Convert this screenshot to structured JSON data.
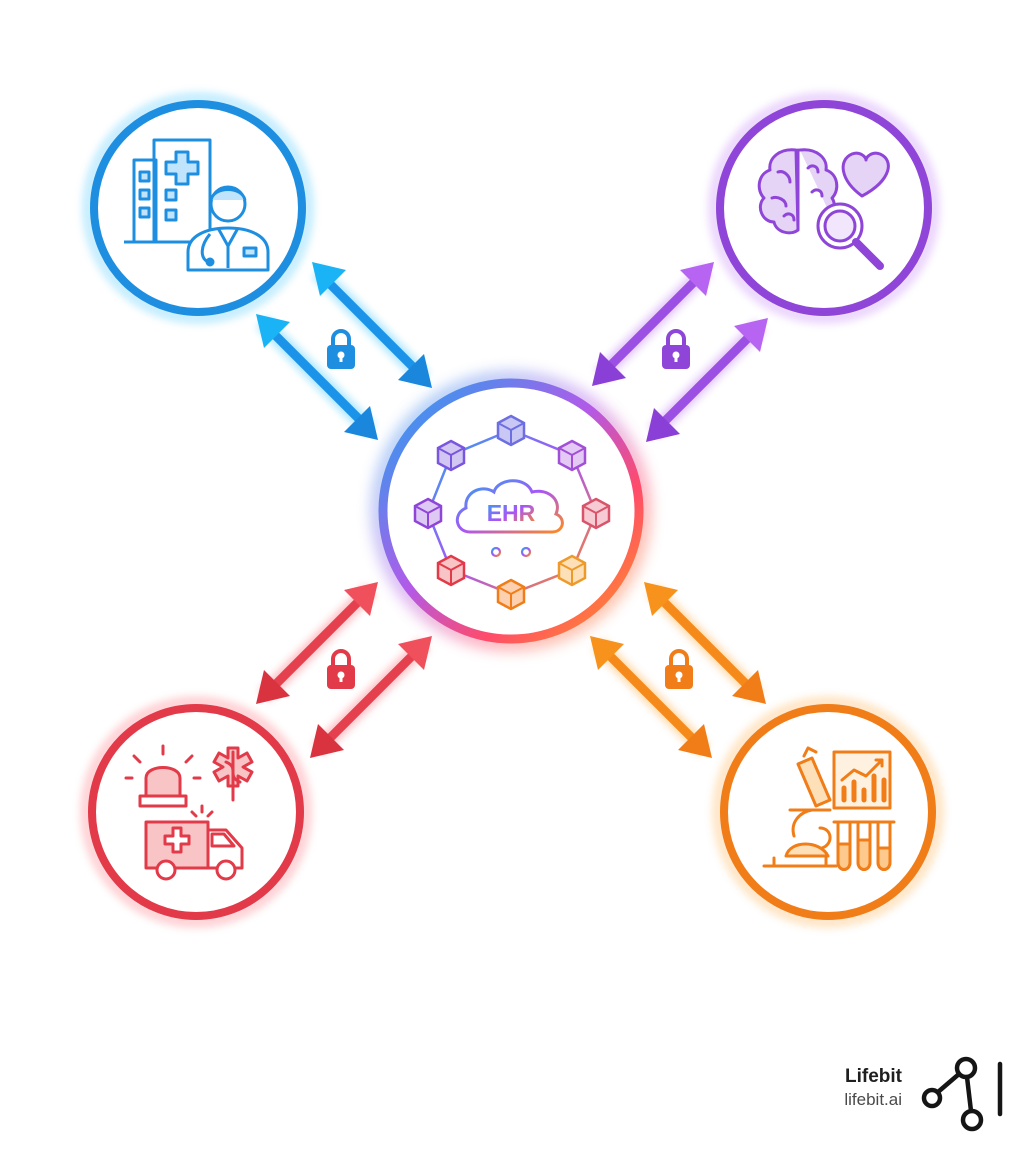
{
  "center": {
    "label": "EHR",
    "name": "EHR hub"
  },
  "nodes": [
    {
      "id": "hospital",
      "icon": "hospital-doctor-icon",
      "color": "#1e8fe0",
      "glow": "#19b8ff"
    },
    {
      "id": "research",
      "icon": "brain-heart-search-icon",
      "color": "#8f45d8",
      "glow": "#b35cf5"
    },
    {
      "id": "emergency",
      "icon": "ambulance-siren-icon",
      "color": "#e23a48",
      "glow": "#ff4d5c"
    },
    {
      "id": "laboratory",
      "icon": "microscope-lab-chart-icon",
      "color": "#f07d18",
      "glow": "#ff9a1f"
    }
  ],
  "connection_icon": "lock-icon",
  "brand": {
    "name": "Lifebit",
    "url": "lifebit.ai",
    "logo_icon": "lifebit-logo-icon"
  }
}
